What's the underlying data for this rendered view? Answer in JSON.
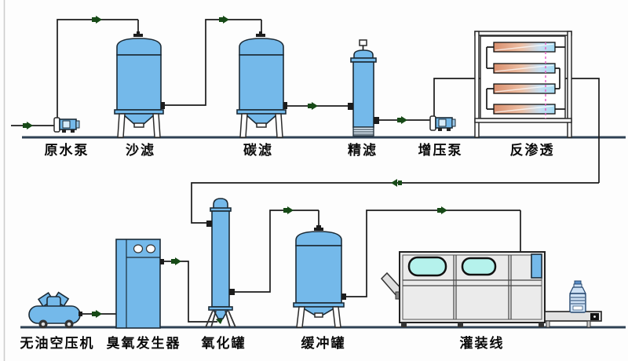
{
  "diagram": {
    "type": "process-flow",
    "description_visible_text_only": true
  },
  "colors": {
    "tank_blue": "#74b9ea",
    "pipe": "#1b1b1b",
    "ground": "#2e4154",
    "valve_green": "#174a17",
    "membrane_orange": "#d98f6e",
    "membrane_blue": "#a5dcf4",
    "dashed_pink": "#e565c8",
    "window_cyan": "#b5f2ec",
    "machine_grey": "#ebebeb",
    "bottle_blue": "#cfe2f5",
    "label_text": "#0a0a0a"
  },
  "equipment": {
    "top_row": [
      {
        "id": "raw-water-pump",
        "label": "原水泵"
      },
      {
        "id": "sand-filter",
        "label": "沙滤"
      },
      {
        "id": "carbon-filter",
        "label": "碳滤"
      },
      {
        "id": "fine-filter",
        "label": "精滤"
      },
      {
        "id": "booster-pump",
        "label": "增压泵"
      },
      {
        "id": "reverse-osmosis",
        "label": "反渗透"
      }
    ],
    "bottom_row": [
      {
        "id": "oil-free-air-compressor",
        "label": "无油空压机"
      },
      {
        "id": "ozone-generator",
        "label": "臭氧发生器"
      },
      {
        "id": "oxidation-tank",
        "label": "氧化罐"
      },
      {
        "id": "buffer-tank",
        "label": "缓冲罐"
      },
      {
        "id": "filling-line",
        "label": "灌装线"
      }
    ]
  }
}
